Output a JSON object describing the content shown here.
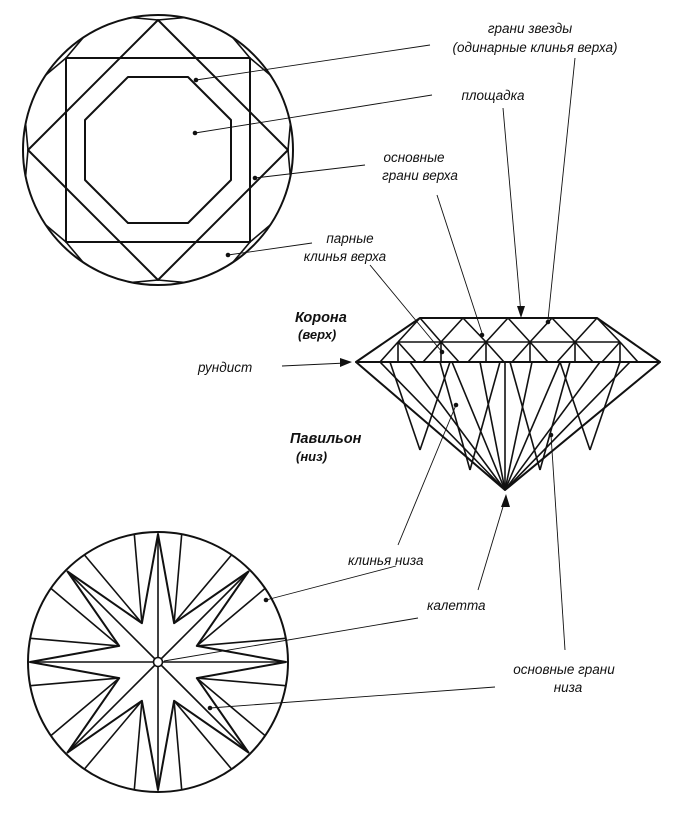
{
  "labels": {
    "star_facets_line1": "грани звезды",
    "star_facets_line2": "(одинарные клинья верха)",
    "table": "площадка",
    "main_crown_line1": "основные",
    "main_crown_line2": "грани  верха",
    "upper_girdle_line1": "парные",
    "upper_girdle_line2": "клинья верха",
    "crown_line1": "Корона",
    "crown_line2": "(верх)",
    "girdle": "рундист",
    "pavilion_line1": "Павильон",
    "pavilion_line2": "(низ)",
    "lower_girdle": "клинья низа",
    "culet": "калетта",
    "main_pavilion_line1": "основные  грани",
    "main_pavilion_line2": "низа"
  },
  "colors": {
    "ink": "#111111",
    "background": "#ffffff"
  }
}
